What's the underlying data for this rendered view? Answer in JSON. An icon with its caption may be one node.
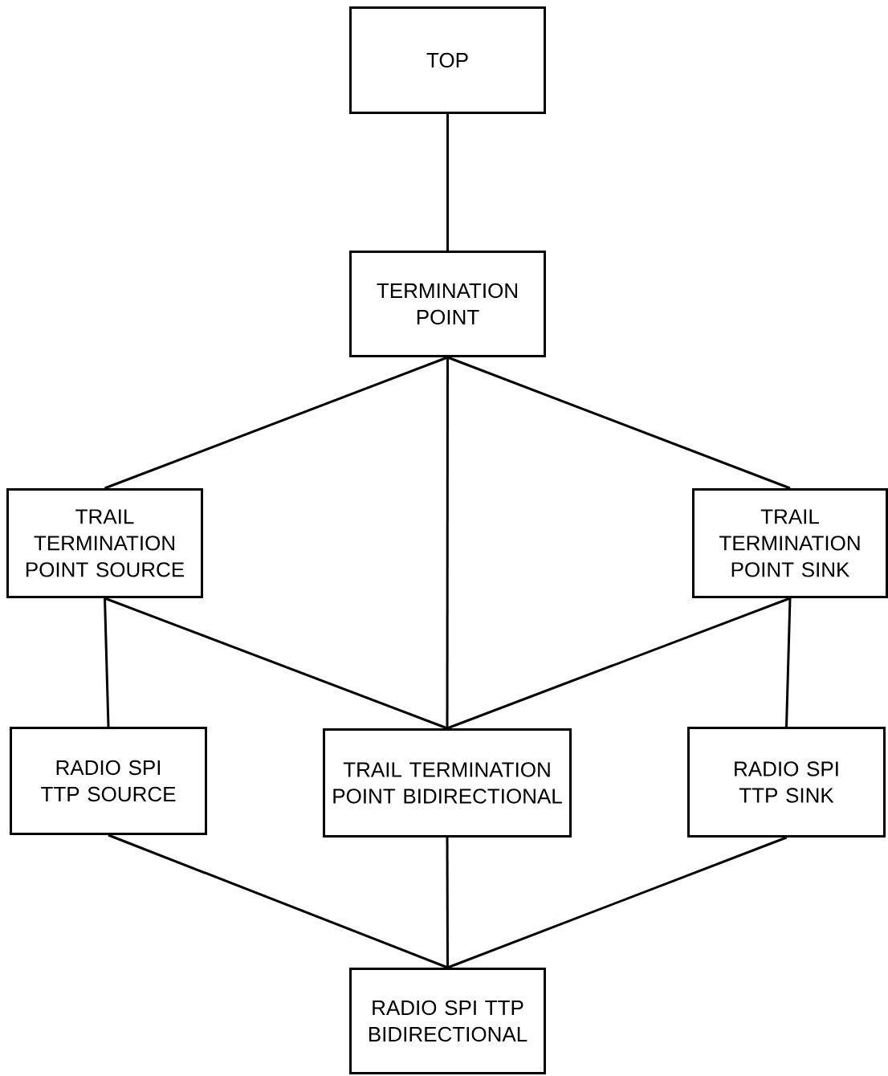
{
  "diagram": {
    "nodes": [
      {
        "text": [
          "TOP"
        ]
      },
      {
        "text": [
          "TERMINATION POINT"
        ]
      },
      {
        "text": [
          "TRAIL TERMINATION POINT SOURCE"
        ]
      },
      {
        "text": [
          "TRAIL TERMINATION POINT SINK"
        ]
      },
      {
        "text": [
          "RADIO SPI TTP SOURCE"
        ]
      },
      {
        "text": [
          "TRAIL TERMINATION POINT BIDIRECTIONAL"
        ]
      },
      {
        "text": [
          "RADIO SPI TTP SINK"
        ]
      },
      {
        "text": [
          "RADIO SPI TTP BIDIRECTIONAL"
        ]
      }
    ],
    "edges": [
      {
        "from": 0,
        "to": 1,
        "arrow": "none"
      },
      {
        "from": 1,
        "to": 2,
        "arrow": "none"
      },
      {
        "from": 1,
        "to": 5,
        "arrow": "none"
      },
      {
        "from": 1,
        "to": 3,
        "arrow": "none"
      },
      {
        "from": 2,
        "to": 4,
        "arrow": "none"
      },
      {
        "from": 2,
        "to": 5,
        "arrow": "none"
      },
      {
        "from": 3,
        "to": 5,
        "arrow": "none"
      },
      {
        "from": 3,
        "to": 6,
        "arrow": "none"
      },
      {
        "from": 4,
        "to": 7,
        "arrow": "none"
      },
      {
        "from": 5,
        "to": 7,
        "arrow": "none"
      },
      {
        "from": 6,
        "to": 7,
        "arrow": "none"
      }
    ]
  }
}
